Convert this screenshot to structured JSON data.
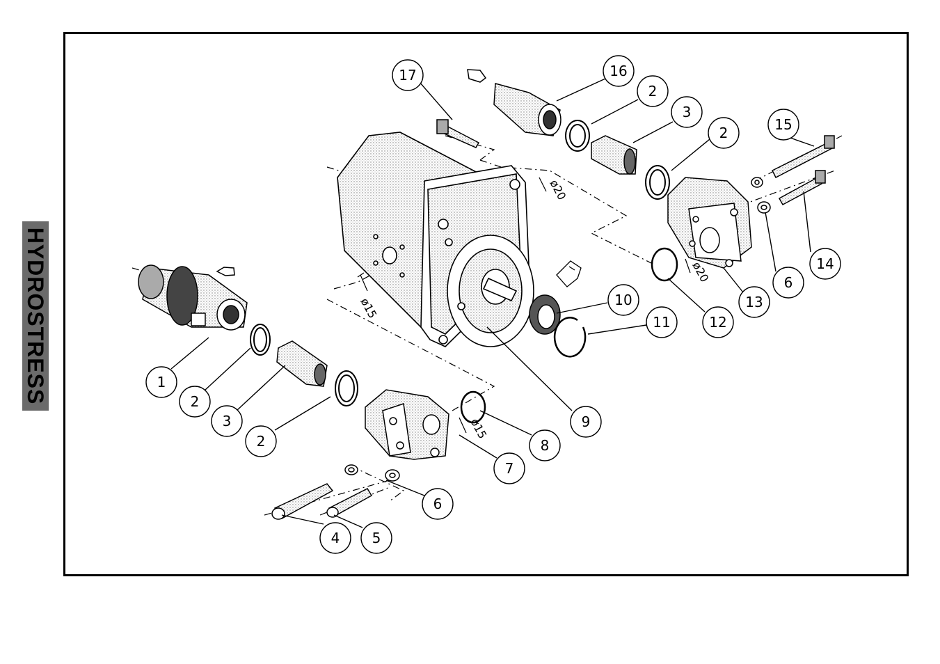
{
  "brand": "HYDROSTRESS",
  "colors": {
    "ink": "#000000",
    "shade": "#c8c8c8",
    "brand_bar": "#6b6b6b"
  },
  "callouts": [
    {
      "id": "c1",
      "label": "1"
    },
    {
      "id": "c2a",
      "label": "2"
    },
    {
      "id": "c3a",
      "label": "3"
    },
    {
      "id": "c2b",
      "label": "2"
    },
    {
      "id": "c4",
      "label": "4"
    },
    {
      "id": "c5",
      "label": "5"
    },
    {
      "id": "c6a",
      "label": "6"
    },
    {
      "id": "c7",
      "label": "7"
    },
    {
      "id": "c8",
      "label": "8"
    },
    {
      "id": "c9",
      "label": "9"
    },
    {
      "id": "c10",
      "label": "10"
    },
    {
      "id": "c11",
      "label": "11"
    },
    {
      "id": "c12",
      "label": "12"
    },
    {
      "id": "c13",
      "label": "13"
    },
    {
      "id": "c6b",
      "label": "6"
    },
    {
      "id": "c14",
      "label": "14"
    },
    {
      "id": "c15",
      "label": "15"
    },
    {
      "id": "c2c",
      "label": "2"
    },
    {
      "id": "c3b",
      "label": "3"
    },
    {
      "id": "c2d",
      "label": "2"
    },
    {
      "id": "c16",
      "label": "16"
    },
    {
      "id": "c17",
      "label": "17"
    }
  ],
  "dimensions": [
    {
      "id": "d1",
      "label": "ø15"
    },
    {
      "id": "d2",
      "label": "ø15"
    },
    {
      "id": "d3",
      "label": "ø20"
    },
    {
      "id": "d4",
      "label": "ø20"
    }
  ]
}
